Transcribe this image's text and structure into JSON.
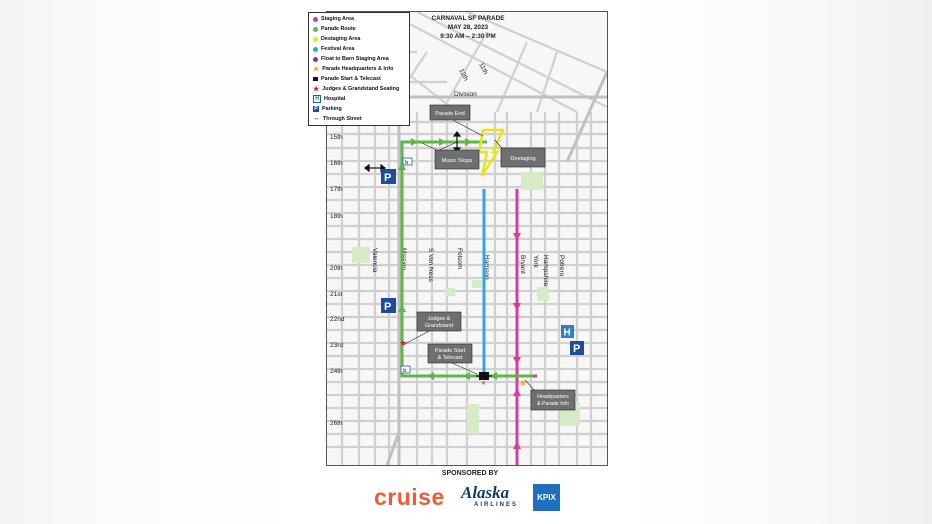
{
  "legend": {
    "items": [
      {
        "label": "Staging Area",
        "color": "#d63da1",
        "icon": "dot"
      },
      {
        "label": "Parade Route",
        "color": "#5cb946",
        "icon": "dot"
      },
      {
        "label": "Destaging Area",
        "color": "#e6e619",
        "icon": "dot"
      },
      {
        "label": "Festival Area",
        "color": "#2fa8e0",
        "icon": "dot"
      },
      {
        "label": "Float to Barn Staging Area",
        "color": "#7a3ea1",
        "icon": "dot"
      },
      {
        "label": "Parade Headquarters & Info",
        "color": "#f0a830",
        "icon": "star"
      },
      {
        "label": "Parade Start & Telecast",
        "color": "#111111",
        "icon": "camera"
      },
      {
        "label": "Judges & Grandstand Seating",
        "color": "#d62027",
        "icon": "star"
      },
      {
        "label": "Hospital",
        "color": "#1f5fa8",
        "icon": "hospital-sign"
      },
      {
        "label": "Parking",
        "color": "#1f4c9a",
        "icon": "parking-sign"
      },
      {
        "label": "Through Street",
        "color": "#111111",
        "icon": "double-arrow"
      }
    ]
  },
  "title": {
    "line1": "CARNAVAL SF PARADE",
    "line2": "MAY 28, 2023",
    "line3": "9:30 AM – 2:30 PM"
  },
  "map": {
    "street_labels": {
      "s11th": "11th",
      "s12th": "12th",
      "division": "Division",
      "s15th": "15th",
      "s16th": "16th",
      "s17th": "17th",
      "s18th": "18th",
      "s20th": "20th",
      "s21st": "21st",
      "s22nd": "22nd",
      "s23rd": "23rd",
      "s24th": "24th",
      "s26th": "26th",
      "valencia": "Valencia",
      "mission": "Mission",
      "svanness": "S Van Ness",
      "folsom": "Folsom",
      "harrison": "Harrison",
      "bryant": "Bryant",
      "york": "York",
      "hampshire": "Hampshire",
      "potrero": "Potrero"
    },
    "callouts": {
      "parade_end": "Parade End",
      "music_stops": "Music Stops",
      "destaging": "Destaging",
      "judges_line1": "Judges &",
      "judges_line2": "Grandstand",
      "start_line1": "Parade Start",
      "start_line2": "& Telecast",
      "hq_line1": "Headquarters",
      "hq_line2": "& Parade Info"
    },
    "icons": {
      "parking": "P",
      "hospital": "H",
      "bart": "b"
    }
  },
  "sponsors": {
    "heading": "SPONSORED BY",
    "cruise": "cruise",
    "alaska": "Alaska",
    "airlines": "AIRLINES",
    "kpix": "KPIX"
  }
}
